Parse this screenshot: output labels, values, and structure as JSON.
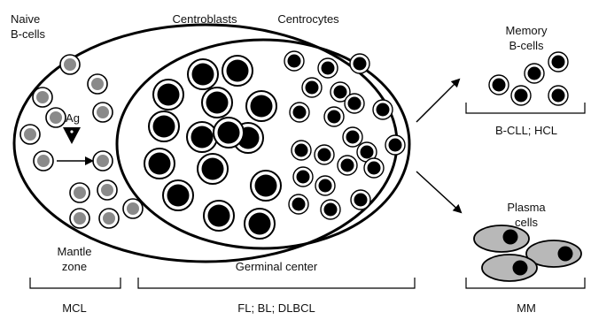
{
  "labels": {
    "naive_line1": "Naive",
    "naive_line2": "B-cells",
    "centroblasts": "Centroblasts",
    "centrocytes": "Centrocytes",
    "antigen": "Ag",
    "memory_line1": "Memory",
    "memory_line2": "B-cells",
    "plasma_line1": "Plasma",
    "plasma_line2": "cells",
    "mantle_line1": "Mantle",
    "mantle_line2": "zone",
    "germinal_center": "Germinal center",
    "bcll_hcl": "B-CLL; HCL",
    "mcl": "MCL",
    "fl_bl_dlbcl": "FL; BL; DLBCL",
    "mm": "MM"
  },
  "colors": {
    "naive_cell_fill": "#8a8a8a",
    "plasma_cell_fill": "#b8b8b8",
    "nucleus": "#000000",
    "outline": "#000000"
  }
}
